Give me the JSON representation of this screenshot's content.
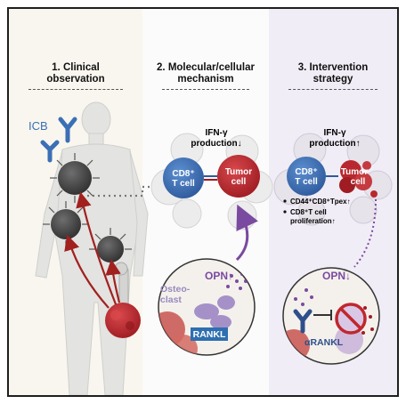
{
  "panels": [
    {
      "title_line1": "1. Clinical",
      "title_line2": "observation"
    },
    {
      "title_line1": "2. Molecular/cellular",
      "title_line2": "mechanism"
    },
    {
      "title_line1": "3. Intervention",
      "title_line2": "strategy"
    }
  ],
  "labels": {
    "icb": "ICB",
    "ifn_line1": "IFN-γ",
    "ifn_down": "production↓",
    "ifn_up": "production↑",
    "cd8_line1": "CD8⁺",
    "cd8_line2": "T cell",
    "tumor_line1": "Tumor",
    "tumor_line2": "cell",
    "opn_up": "OPN↑",
    "opn_down": "OPN↓",
    "osteo_line1": "Osteo-",
    "osteo_line2": "clast",
    "rankl": "RANKL",
    "arankl": "αRANKL",
    "bullet1": "CD44⁺CD8⁺Tpex↑",
    "bullet2_line1": "CD8⁺T cell",
    "bullet2_line2": "proliferation↑"
  },
  "colors": {
    "tcell_blue": "#3b6fb6",
    "tumor_red": "#c0272d",
    "osteoclast_purple": "#8e7bb5",
    "arrow_purple": "#7a4aa0",
    "arrow_red": "#a1211f",
    "panel3_bg": "#f1edf6"
  }
}
